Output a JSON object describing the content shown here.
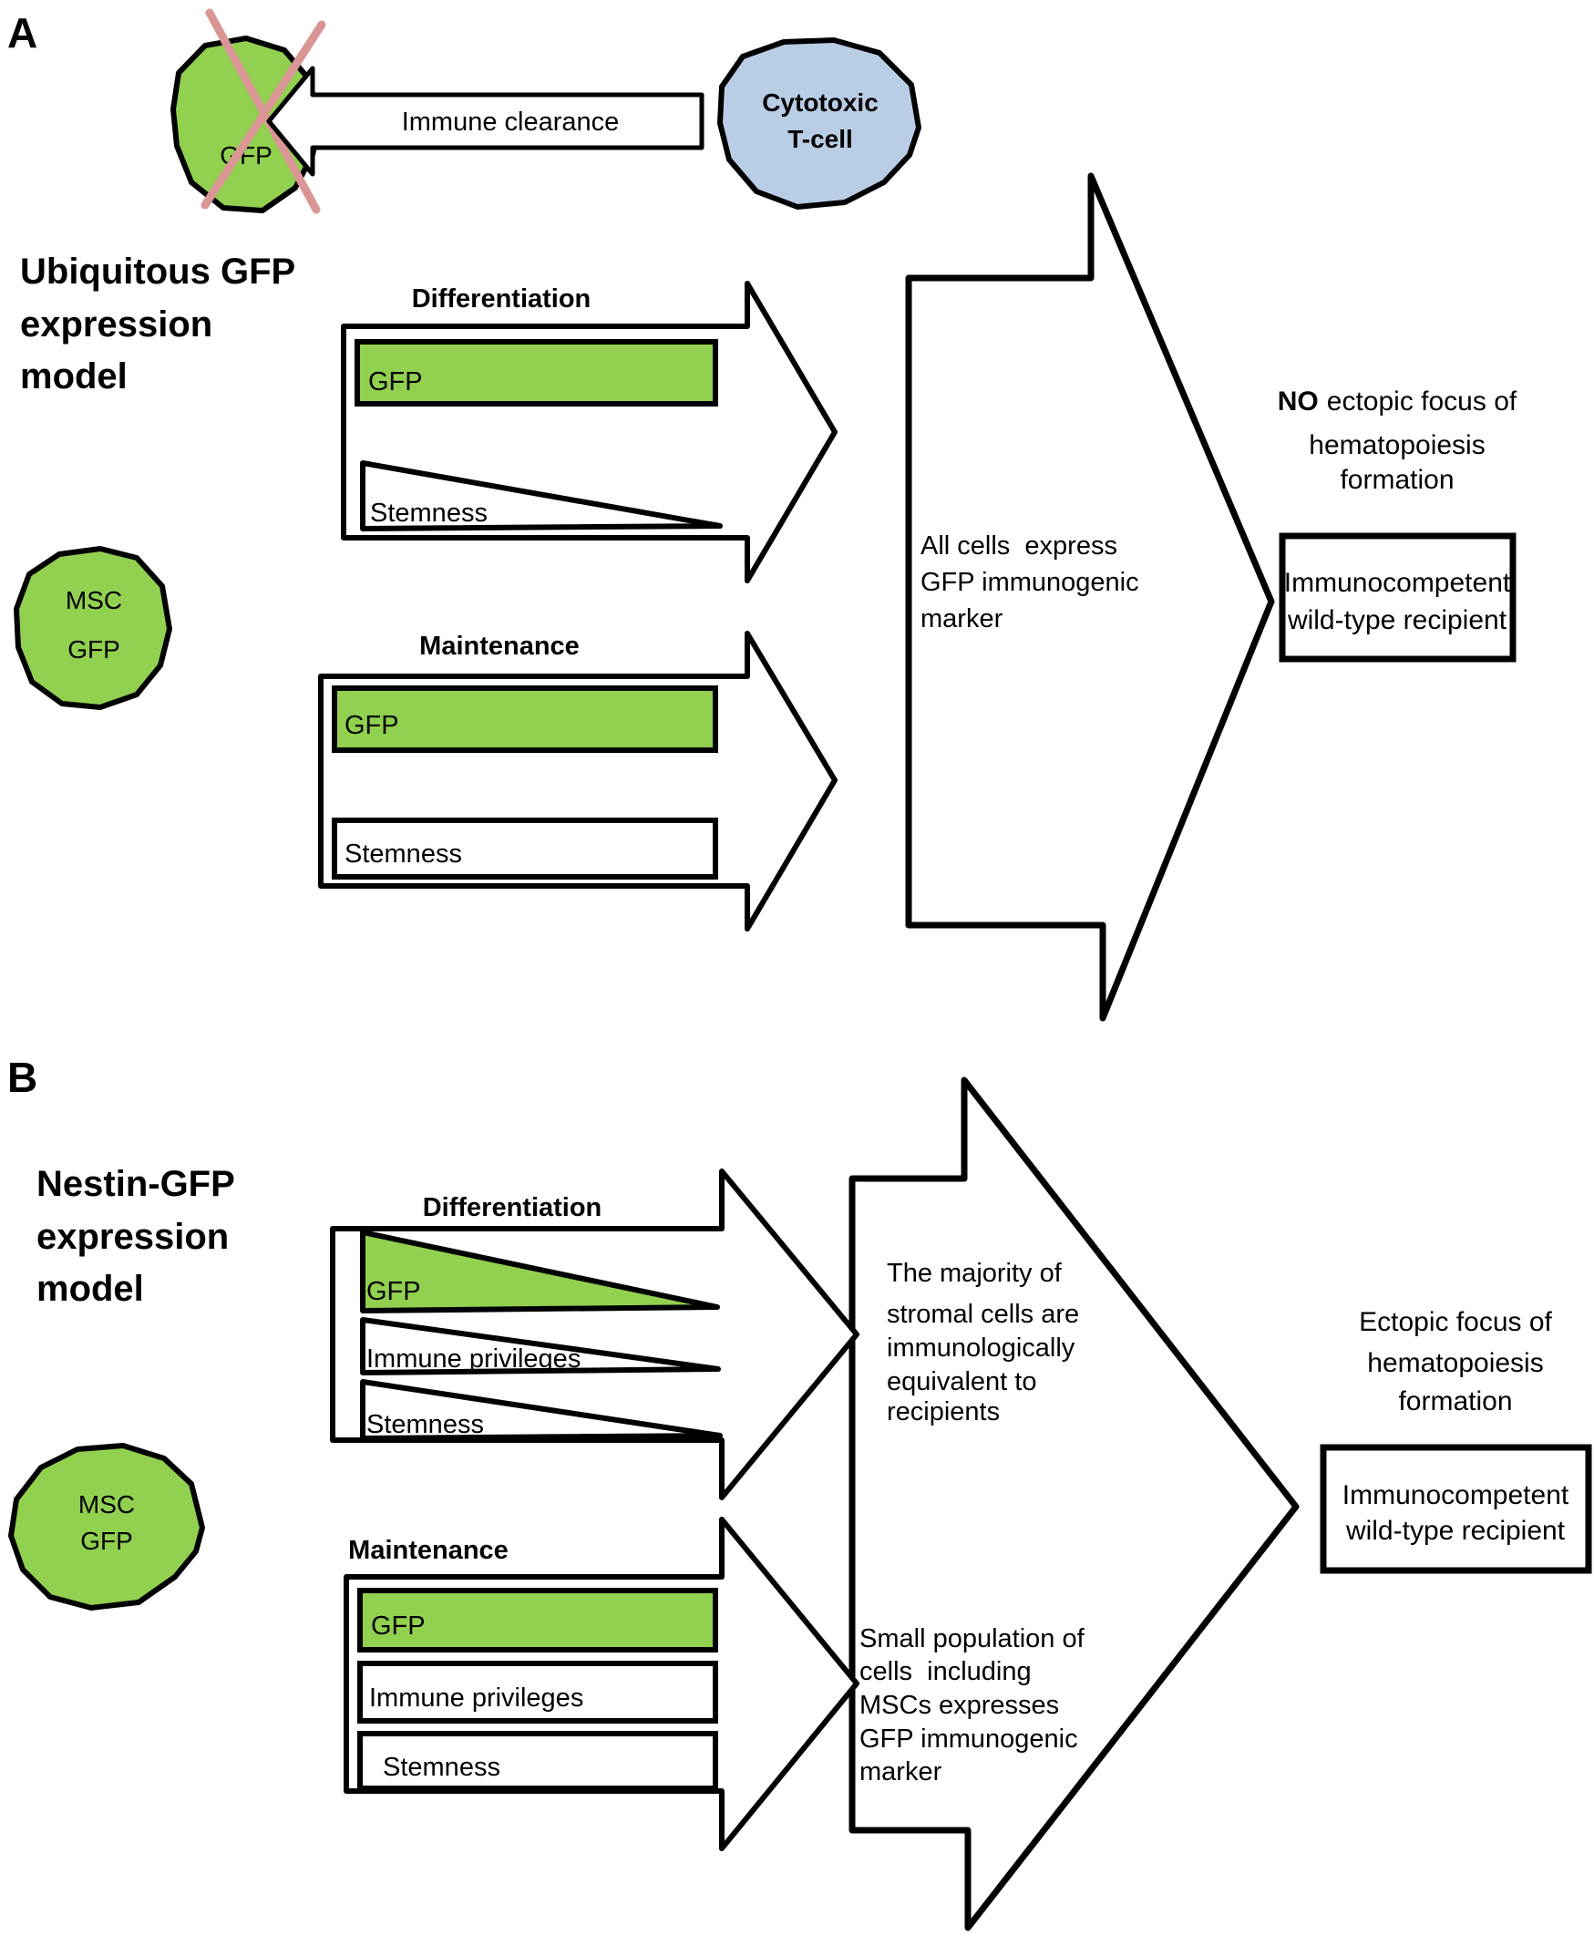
{
  "colors": {
    "cell_green": "#92d050",
    "tcell_blue": "#b9cde5",
    "cross_pink": "#d99694",
    "outline_black": "#000000"
  },
  "panel_a": {
    "label": "A",
    "title_lines": [
      "Ubiquitous GFP",
      "expression",
      "model"
    ],
    "crossed_cell_label": "GFP",
    "immune_clearance_label": "Immune clearance",
    "tcell_lines": [
      "Cytotoxic",
      "T-cell"
    ],
    "msc_cell_lines": [
      "MSC",
      "GFP"
    ],
    "differentiation": {
      "label": "Differentiation",
      "gfp": "GFP",
      "stemness": "Stemness"
    },
    "maintenance": {
      "label": "Maintenance",
      "gfp": "GFP",
      "stemness": "Stemness"
    },
    "arrow_text_lines": [
      "All cells  express",
      "GFP immunogenic",
      "marker"
    ],
    "outcome": {
      "emphasis": "NO",
      "line1_rest": "ectopic focus of",
      "line2": "hematopoiesis",
      "line3": "formation"
    },
    "recipient_box_lines": [
      "Immunocompetent",
      "wild-type recipient"
    ]
  },
  "panel_b": {
    "label": "B",
    "title_lines": [
      "Nestin-GFP",
      "expression",
      "model"
    ],
    "msc_cell_lines": [
      "MSC",
      "GFP"
    ],
    "differentiation": {
      "label": "Differentiation",
      "gfp": "GFP",
      "immune": "Immune privileges",
      "stemness": "Stemness"
    },
    "maintenance": {
      "label": "Maintenance",
      "gfp": "GFP",
      "immune": "Immune privileges",
      "stemness": "Stemness"
    },
    "arrow_text_top_lines": [
      "The majority of",
      "stromal cells are",
      "immunologically",
      "equivalent to",
      "recipients"
    ],
    "arrow_text_bottom_lines": [
      "Small population of",
      "cells  including",
      "MSCs expresses",
      "GFP immunogenic",
      "marker"
    ],
    "outcome_lines": [
      "Ectopic focus of",
      "hematopoiesis",
      "formation"
    ],
    "recipient_box_lines": [
      "Immunocompetent",
      "wild-type recipient"
    ]
  }
}
